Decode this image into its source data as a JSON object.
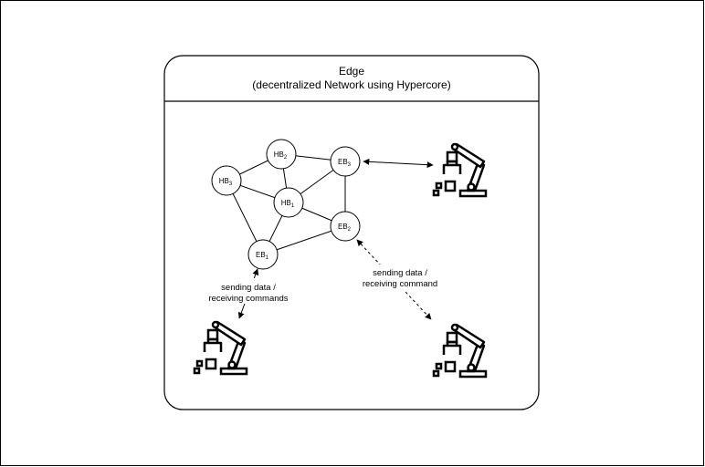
{
  "container": {
    "title_line1": "Edge",
    "title_line2": "(decentralized Network using Hypercore)"
  },
  "nodes": [
    {
      "id": "HB2",
      "base": "HB",
      "sub": "2"
    },
    {
      "id": "EB3",
      "base": "EB",
      "sub": "3"
    },
    {
      "id": "HB3",
      "base": "HB",
      "sub": "3"
    },
    {
      "id": "HB1",
      "base": "HB",
      "sub": "1"
    },
    {
      "id": "EB2",
      "base": "EB",
      "sub": "2"
    },
    {
      "id": "EB1",
      "base": "EB",
      "sub": "1"
    }
  ],
  "edges": [
    [
      "HB2",
      "HB3"
    ],
    [
      "HB2",
      "HB1"
    ],
    [
      "HB2",
      "EB3"
    ],
    [
      "HB3",
      "HB1"
    ],
    [
      "HB3",
      "EB1"
    ],
    [
      "HB1",
      "EB3"
    ],
    [
      "HB1",
      "EB1"
    ],
    [
      "HB1",
      "EB2"
    ],
    [
      "EB3",
      "EB2"
    ],
    [
      "EB2",
      "EB1"
    ]
  ],
  "labels": {
    "left_line1": "sending data /",
    "left_line2": "receiving commands",
    "right_line1": "sending data /",
    "right_line2": "receiving command"
  },
  "robots": [
    {
      "id": "robot-top-right",
      "icon": "robotic-arm-icon"
    },
    {
      "id": "robot-bottom-left",
      "icon": "robotic-arm-icon"
    },
    {
      "id": "robot-bottom-right",
      "icon": "robotic-arm-icon"
    }
  ]
}
